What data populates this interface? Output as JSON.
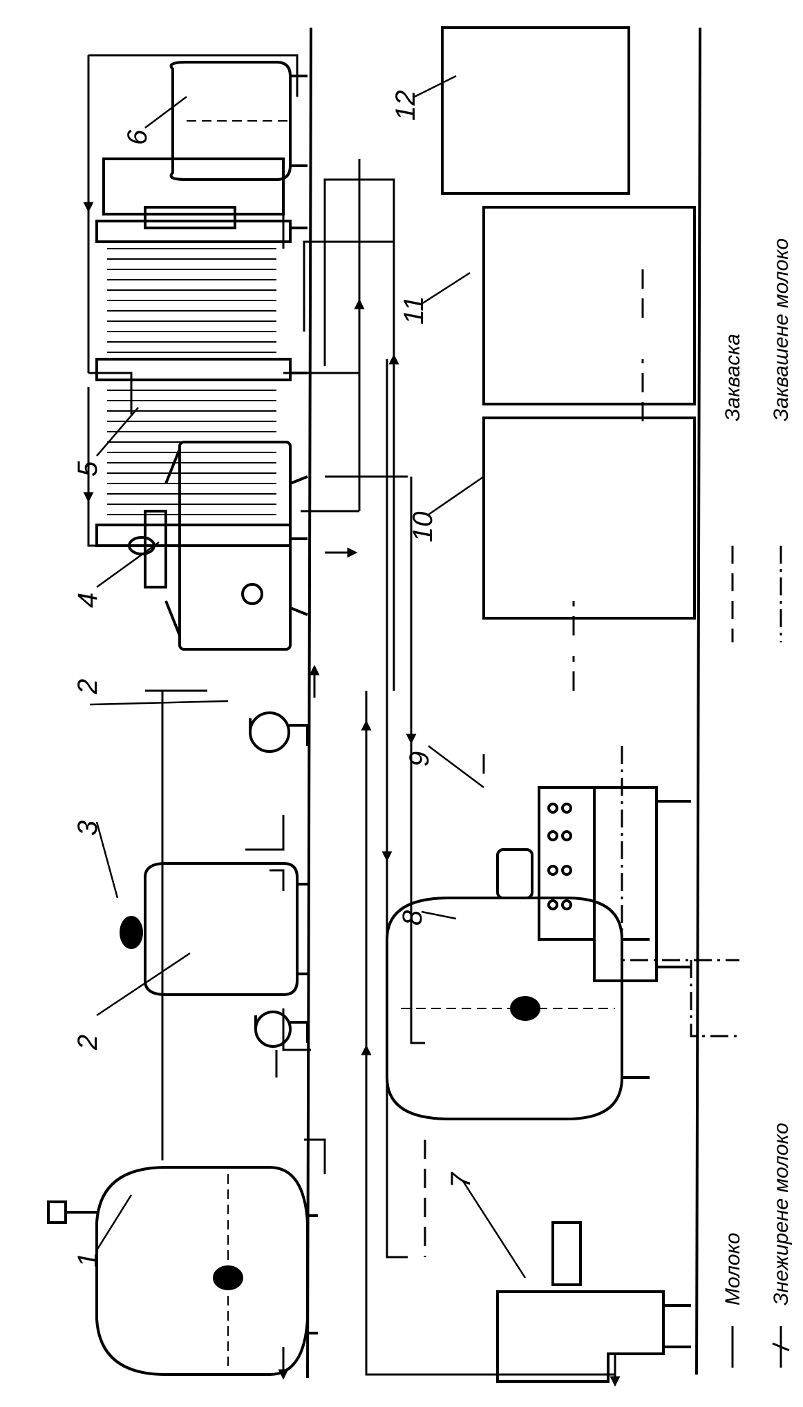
{
  "equipment_labels": {
    "l1": "1",
    "l2a": "2",
    "l2b": "2",
    "l3": "3",
    "l4": "4",
    "l5": "5",
    "l6": "6",
    "l7": "7",
    "l8": "8",
    "l9": "9",
    "l10": "10",
    "l11": "11",
    "l12": "12"
  },
  "legend": {
    "milk": "Молоко",
    "skim_milk": "Знежирене молоко",
    "starter": "Закваска",
    "fermented_milk": "Заквашене молоко"
  }
}
